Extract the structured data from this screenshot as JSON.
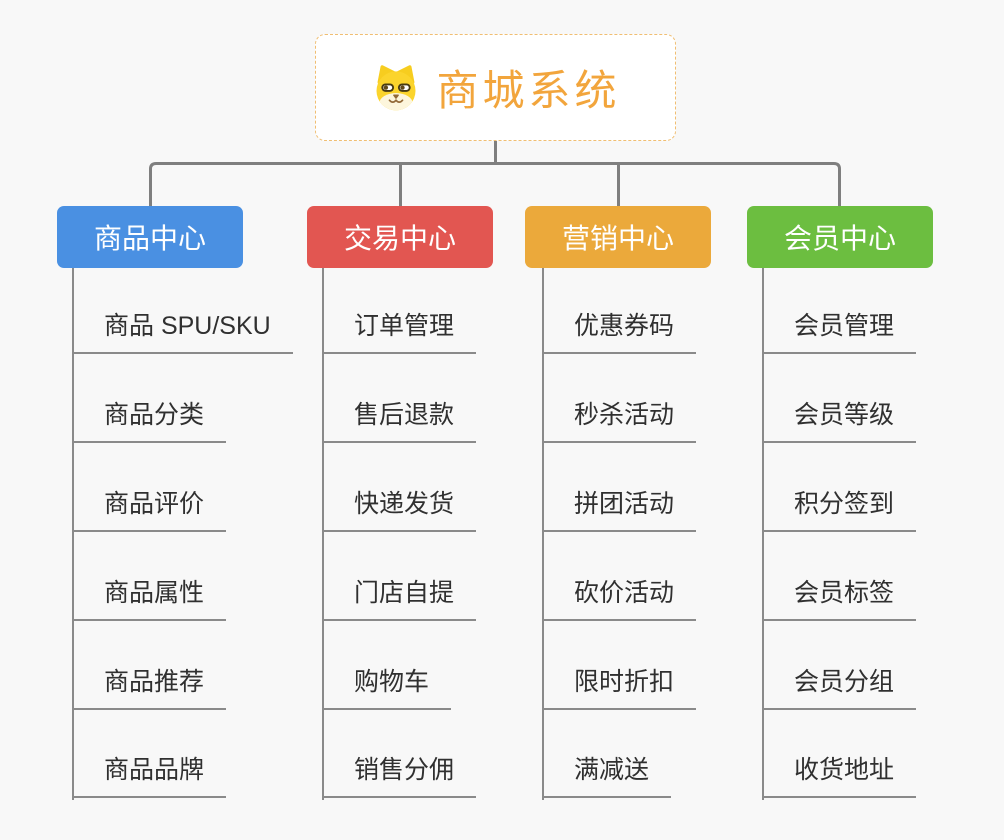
{
  "canvas": {
    "background": "#F8F8F8"
  },
  "root": {
    "title": "商城系统",
    "icon": "dog-face-icon",
    "text_color": "#F2A53C",
    "border_color": "#F0BE72"
  },
  "connectors": {
    "color": "#7F7F7F"
  },
  "child_line_color": "#8A8A8A",
  "branches": [
    {
      "label": "商品中心",
      "color": "#4A90E2",
      "children": [
        "商品 SPU/SKU",
        "商品分类",
        "商品评价",
        "商品属性",
        "商品推荐",
        "商品品牌"
      ]
    },
    {
      "label": "交易中心",
      "color": "#E25651",
      "children": [
        "订单管理",
        "售后退款",
        "快递发货",
        "门店自提",
        "购物车",
        "销售分佣"
      ]
    },
    {
      "label": "营销中心",
      "color": "#EBA93B",
      "children": [
        "优惠券码",
        "秒杀活动",
        "拼团活动",
        "砍价活动",
        "限时折扣",
        "满减送"
      ]
    },
    {
      "label": "会员中心",
      "color": "#6CBE40",
      "children": [
        "会员管理",
        "会员等级",
        "积分签到",
        "会员标签",
        "会员分组",
        "收货地址"
      ]
    }
  ]
}
